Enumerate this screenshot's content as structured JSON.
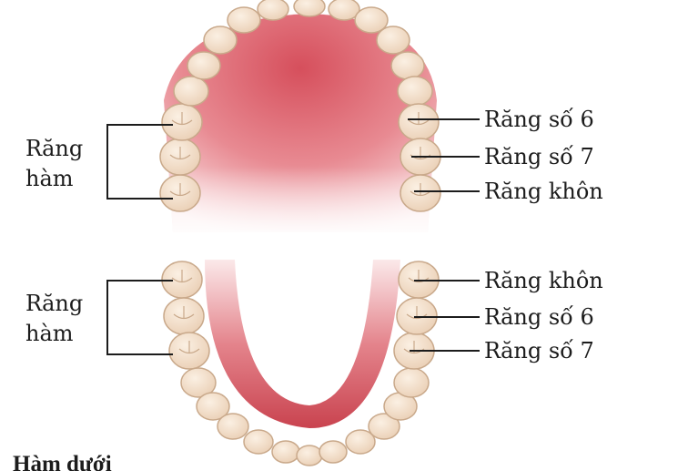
{
  "upper_jaw": {
    "left_group": {
      "line1": "Răng",
      "line2": "hàm"
    },
    "labels": [
      "Răng số 6",
      "Răng số 7",
      "Răng khôn"
    ]
  },
  "lower_jaw": {
    "left_group": {
      "line1": "Răng",
      "line2": "hàm"
    },
    "labels": [
      "Răng khôn",
      "Răng số 6",
      "Răng số 7"
    ],
    "caption": "Hàm dưới"
  },
  "colors": {
    "tooth": "#f3e0cc",
    "tooth_outline": "#c9a98b",
    "gum": "#e0707a",
    "palate": "#d8545f",
    "line": "#1c1c1c"
  }
}
